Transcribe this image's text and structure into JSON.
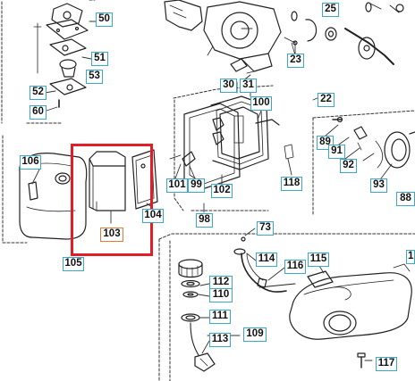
{
  "diagram": {
    "highlight_color": "#e21d25",
    "callout_border_color": "#3aa8c8",
    "selected_callout_color": "#e07b39",
    "selected_part": "103",
    "callouts": {
      "c50": "50",
      "c51": "51",
      "c53": "53",
      "c52": "52",
      "c60": "60",
      "c25": "25",
      "c23": "23",
      "c30": "30",
      "c31": "31",
      "c22": "22",
      "c100": "100",
      "c89": "89",
      "c91": "91",
      "c92": "92",
      "c93": "93",
      "c88": "88",
      "c106": "106",
      "c101": "101",
      "c99": "99",
      "c102": "102",
      "c118": "118",
      "c104": "104",
      "c98": "98",
      "c103": "103",
      "c105": "105",
      "c73": "73",
      "c114": "114",
      "c116": "116",
      "c115": "115",
      "c112": "112",
      "c110": "110",
      "c111": "111",
      "c109": "109",
      "c113": "113",
      "c117": "117",
      "c1": "1"
    }
  }
}
